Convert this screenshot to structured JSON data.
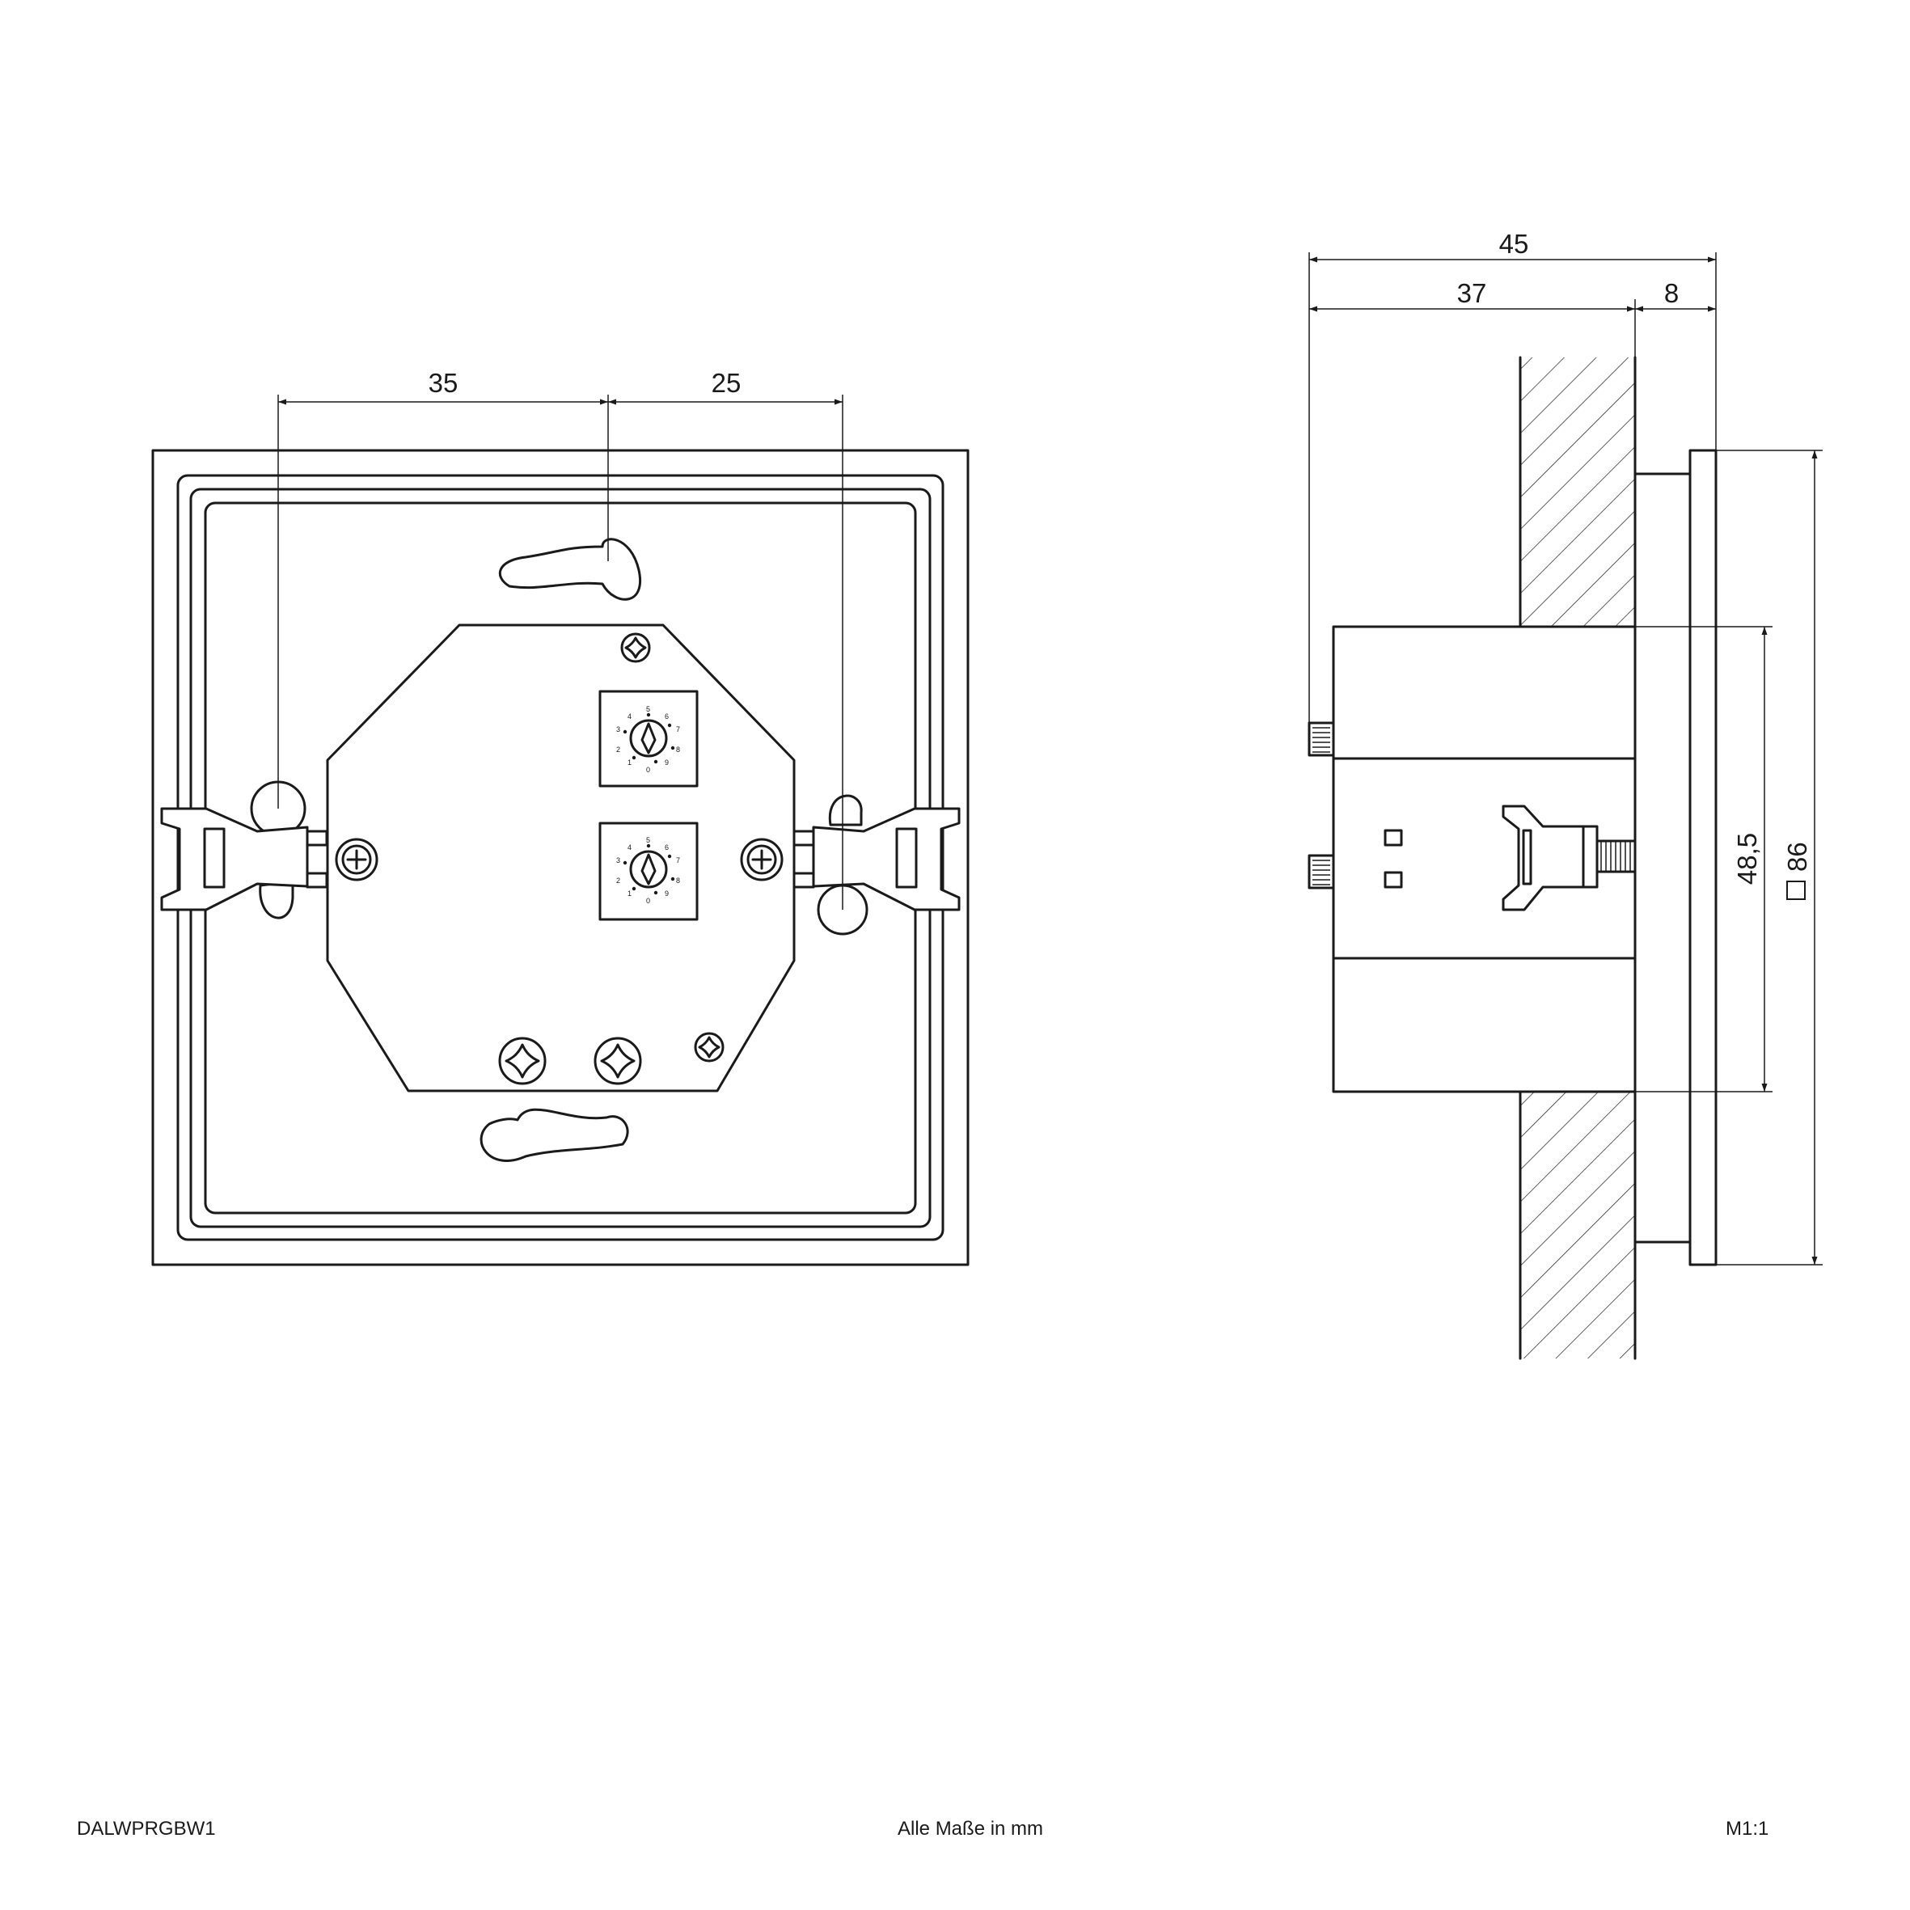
{
  "drawing": {
    "front_view": {
      "dim_left": "35",
      "dim_right": "25",
      "switch_dial_labels": [
        "5",
        "6",
        "7",
        "8",
        "9",
        "0",
        "1",
        "2",
        "3",
        "4"
      ]
    },
    "side_view": {
      "dim_total_depth": "45",
      "dim_box_depth": "37",
      "dim_frame_depth": "8",
      "dim_box_height": "48,5",
      "dim_frame_size": "86",
      "frame_size_symbol": "square-symbol"
    }
  },
  "footer": {
    "product_code": "DALWPRGBW1",
    "units_note": "Alle Maße in mm",
    "scale": "M1:1"
  }
}
